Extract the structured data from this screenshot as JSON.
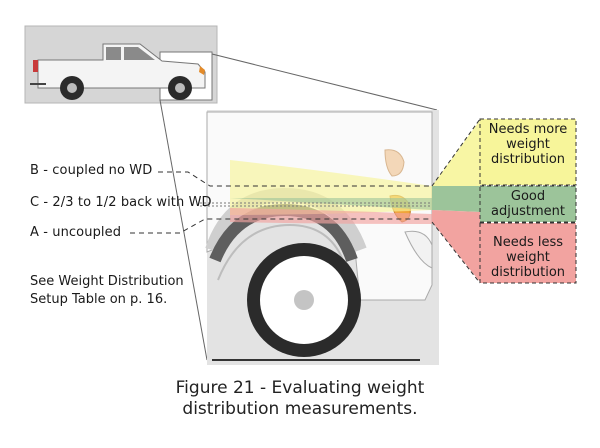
{
  "labels": {
    "b": "B - coupled no WD",
    "c": "C - 2/3 to 1/2 back with WD",
    "a": "A - uncoupled"
  },
  "note": {
    "line1": "See Weight Distribution",
    "line2": "Setup Table on p. 16."
  },
  "zones": {
    "more": {
      "line1": "Needs more",
      "line2": "weight",
      "line3": "distribution",
      "color": "#f7f59a"
    },
    "good": {
      "line1": "Good",
      "line2": "adjustment",
      "color": "#9cc49a"
    },
    "less": {
      "line1": "Needs less",
      "line2": "weight",
      "line3": "distribution",
      "color": "#f2a3a0"
    }
  },
  "caption": {
    "line1": "Figure 21 - Evaluating weight",
    "line2": "distribution measurements."
  }
}
